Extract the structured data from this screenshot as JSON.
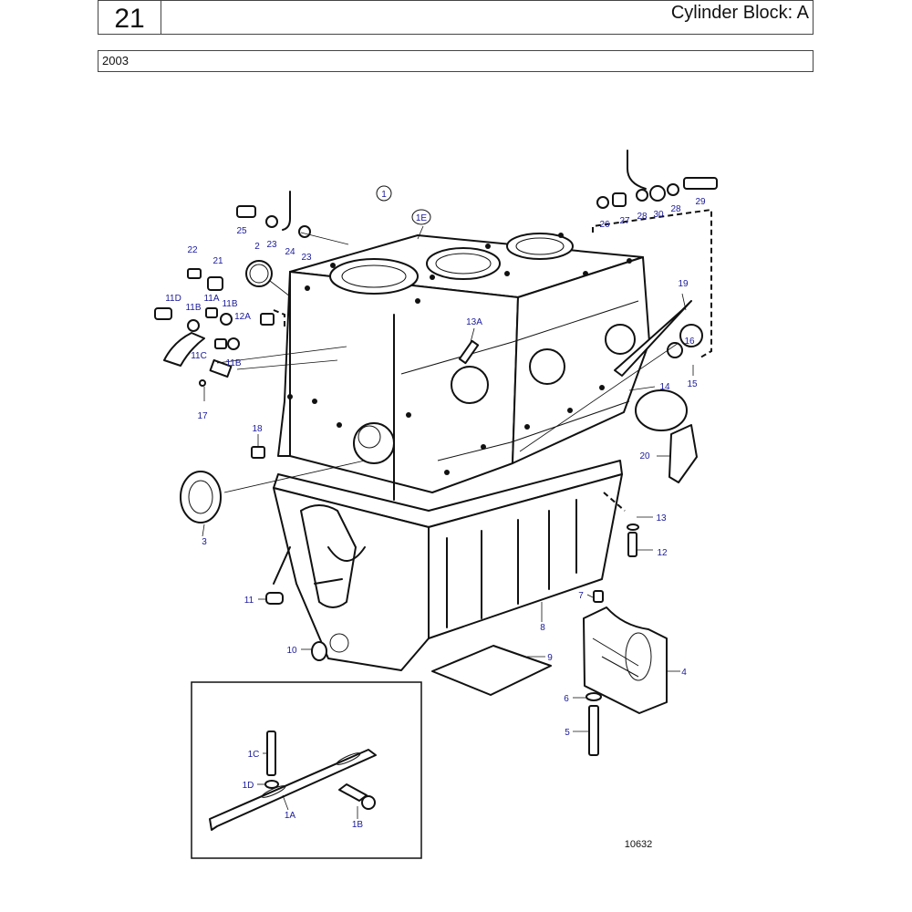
{
  "header": {
    "page_number": "21",
    "title": "Cylinder Block: A",
    "year": "2003"
  },
  "drawing_number": "10632",
  "callouts": {
    "c1": "1",
    "c1E": "1E",
    "c2": "2",
    "c3": "3",
    "c4": "4",
    "c5": "5",
    "c6": "6",
    "c7": "7",
    "c8": "8",
    "c9": "9",
    "c10": "10",
    "c11": "11",
    "c11A": "11A",
    "c11B_a": "11B",
    "c11B_b": "11B",
    "c11B_c": "11B",
    "c11C": "11C",
    "c11D": "11D",
    "c12": "12",
    "c12A": "12A",
    "c13": "13",
    "c13A": "13A",
    "c14": "14",
    "c15": "15",
    "c16": "16",
    "c17": "17",
    "c18": "18",
    "c19": "19",
    "c20": "20",
    "c21": "21",
    "c22": "22",
    "c23_a": "23",
    "c23_b": "23",
    "c24": "24",
    "c25": "25",
    "c26": "26",
    "c27": "27",
    "c28_a": "28",
    "c28_b": "28",
    "c29": "29",
    "c30": "30",
    "c1A": "1A",
    "c1B": "1B",
    "c1C": "1C",
    "c1D": "1D"
  }
}
